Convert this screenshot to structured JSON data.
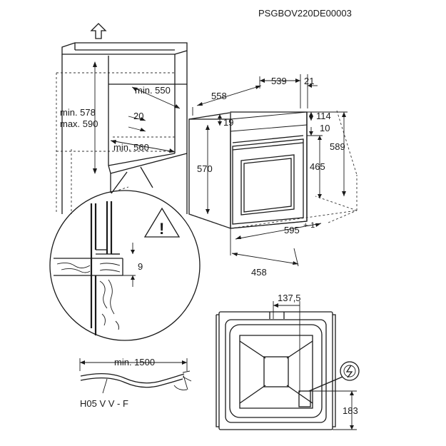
{
  "document_code": "PSGBOV220DE00003",
  "niche": {
    "height_min": "min. 578",
    "height_max": "max. 590",
    "width_min": "min. 550",
    "gap": "20",
    "depth_min": "min. 560"
  },
  "oven": {
    "depth": "558",
    "body_depth": "539",
    "door_depth": "21",
    "top_offset": "114",
    "top_gap": "10",
    "front_offset": "19",
    "front_height": "570",
    "inner_height": "465",
    "total_height": "589",
    "width": "595",
    "width_tolerance": "+-1",
    "bottom_depth": "458"
  },
  "detail": {
    "offset": "9",
    "warning_symbol": "!"
  },
  "cable": {
    "length": "min. 1500",
    "type": "H05 V V - F"
  },
  "back_view": {
    "offset_x": "137,5",
    "offset_y": "183",
    "power_symbol": "electric-socket"
  }
}
